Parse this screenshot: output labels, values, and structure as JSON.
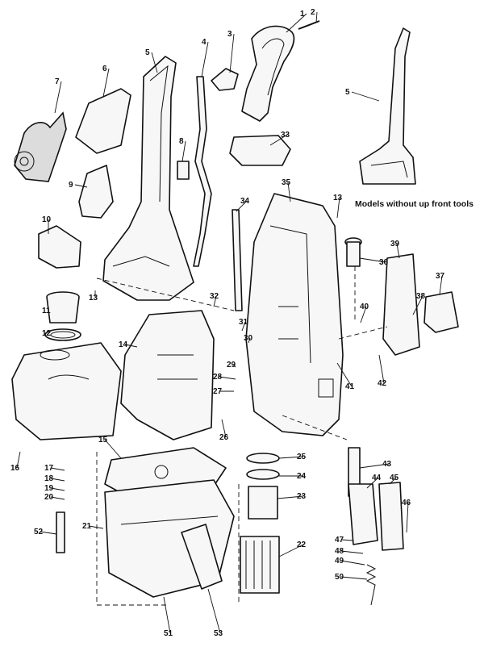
{
  "diagram": {
    "note": "Models without up front tools",
    "callouts": [
      "1",
      "2",
      "3",
      "4",
      "5",
      "5",
      "6",
      "7",
      "8",
      "9",
      "10",
      "11",
      "12",
      "13",
      "13",
      "14",
      "15",
      "16",
      "17",
      "18",
      "19",
      "20",
      "21",
      "22",
      "23",
      "24",
      "25",
      "26",
      "27",
      "28",
      "29",
      "30",
      "31",
      "32",
      "33",
      "34",
      "35",
      "36",
      "37",
      "38",
      "39",
      "40",
      "41",
      "42",
      "43",
      "44",
      "45",
      "46",
      "47",
      "48",
      "49",
      "50",
      "51",
      "52",
      "53"
    ],
    "colors": {
      "line": "#111111",
      "fill": "#f7f7f7",
      "background": "#ffffff"
    }
  }
}
